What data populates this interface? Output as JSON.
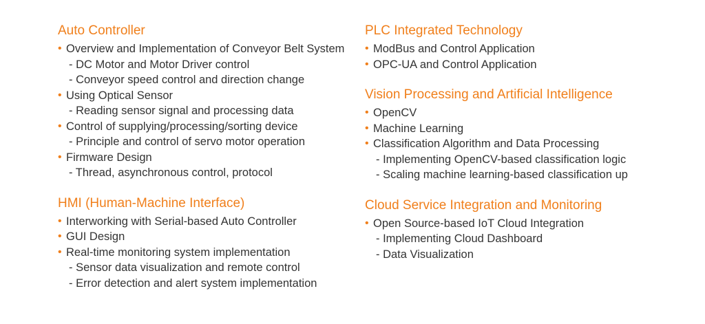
{
  "colors": {
    "accent": "#f07f1b",
    "text": "#333333",
    "background": "#ffffff"
  },
  "left": {
    "auto_controller": {
      "title": "Auto Controller",
      "items": [
        {
          "label": "Overview and Implementation of Conveyor Belt System",
          "subs": [
            "DC Motor and Motor Driver control",
            "Conveyor speed control and direction change"
          ]
        },
        {
          "label": "Using Optical Sensor",
          "subs": [
            "Reading sensor signal and processing data"
          ]
        },
        {
          "label": "Control of supplying/processing/sorting device",
          "subs": [
            "Principle and control of servo motor operation"
          ]
        },
        {
          "label": "Firmware Design",
          "subs": [
            "Thread, asynchronous control, protocol"
          ]
        }
      ]
    },
    "hmi": {
      "title": "HMI (Human-Machine Interface)",
      "items": [
        {
          "label": "Interworking with Serial-based Auto Controller",
          "subs": []
        },
        {
          "label": "GUI Design",
          "subs": []
        },
        {
          "label": "Real-time monitoring system implementation",
          "subs": [
            "Sensor data visualization and remote control",
            "Error detection and alert system implementation"
          ]
        }
      ]
    }
  },
  "right": {
    "plc": {
      "title": "PLC Integrated Technology",
      "items": [
        {
          "label": "ModBus and Control Application",
          "subs": []
        },
        {
          "label": "OPC-UA and Control Application",
          "subs": []
        }
      ]
    },
    "vision": {
      "title": "Vision Processing and Artificial Intelligence",
      "items": [
        {
          "label": "OpenCV",
          "subs": []
        },
        {
          "label": "Machine Learning",
          "subs": []
        },
        {
          "label": "Classification Algorithm and Data Processing",
          "subs": [
            "Implementing OpenCV-based classification logic",
            "Scaling machine learning-based classification up"
          ]
        }
      ]
    },
    "cloud": {
      "title": "Cloud Service Integration and Monitoring",
      "items": [
        {
          "label": "Open Source-based IoT Cloud Integration",
          "subs": [
            "Implementing Cloud Dashboard",
            "Data Visualization"
          ]
        }
      ]
    }
  }
}
